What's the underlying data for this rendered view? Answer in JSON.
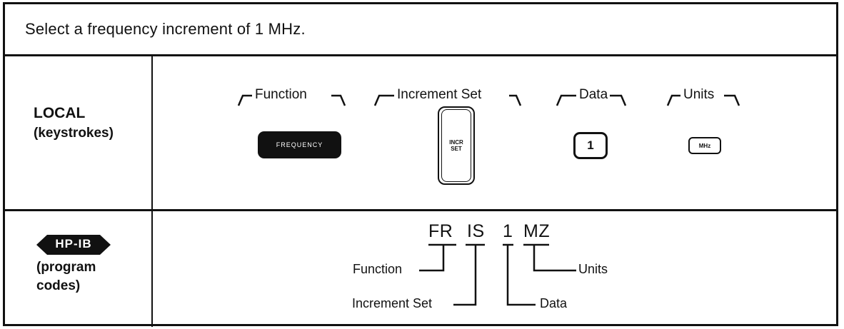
{
  "instruction": "Select a frequency increment of 1 MHz.",
  "local": {
    "title": "LOCAL",
    "subtitle": "(keystrokes)"
  },
  "hpib": {
    "badge": "HP-IB",
    "subtitle_line1": "(program",
    "subtitle_line2": "codes)"
  },
  "groups": {
    "function": "Function",
    "increment_set": "Increment Set",
    "data": "Data",
    "units": "Units"
  },
  "keys": {
    "frequency": "FREQUENCY",
    "incr_set_line1": "INCR",
    "incr_set_line2": "SET",
    "one": "1",
    "mhz": "MHz"
  },
  "program": {
    "fr": "FR",
    "is": "IS",
    "one": "1",
    "mz": "MZ",
    "ann_function": "Function",
    "ann_units": "Units",
    "ann_increment_set": "Increment Set",
    "ann_data": "Data"
  }
}
